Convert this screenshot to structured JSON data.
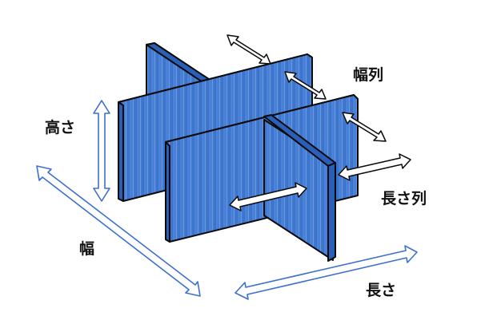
{
  "labels": {
    "height": "高さ",
    "width": "幅",
    "length": "長さ",
    "width_rows": "幅列",
    "length_rows": "長さ列"
  },
  "colors": {
    "panel_face": "#3f79d3",
    "panel_edge": "#2a5fb8",
    "arrow_stroke": "#3d6fcf",
    "outline": "#0a0a0a"
  },
  "icons": {
    "dimension_arrow": "double-headed-arrow"
  }
}
